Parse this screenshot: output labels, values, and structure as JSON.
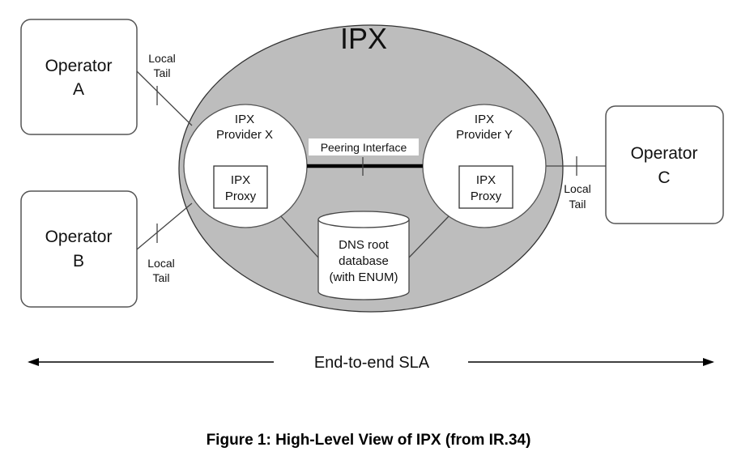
{
  "diagram": {
    "cloud_label": "IPX",
    "operators": {
      "a": [
        "Operator",
        "A"
      ],
      "b": [
        "Operator",
        "B"
      ],
      "c": [
        "Operator",
        "C"
      ]
    },
    "local_tail": [
      "Local",
      "Tail"
    ],
    "provider_x": [
      "IPX",
      "Provider X"
    ],
    "provider_y": [
      "IPX",
      "Provider Y"
    ],
    "proxy": [
      "IPX",
      "Proxy"
    ],
    "peering_interface": "Peering Interface",
    "dns": [
      "DNS root",
      "database",
      "(with ENUM)"
    ],
    "sla": "End-to-end SLA",
    "colors": {
      "cloud_fill": "#bdbdbd",
      "box_stroke": "#555555"
    }
  },
  "caption": "Figure 1: High-Level View of IPX (from IR.34)"
}
